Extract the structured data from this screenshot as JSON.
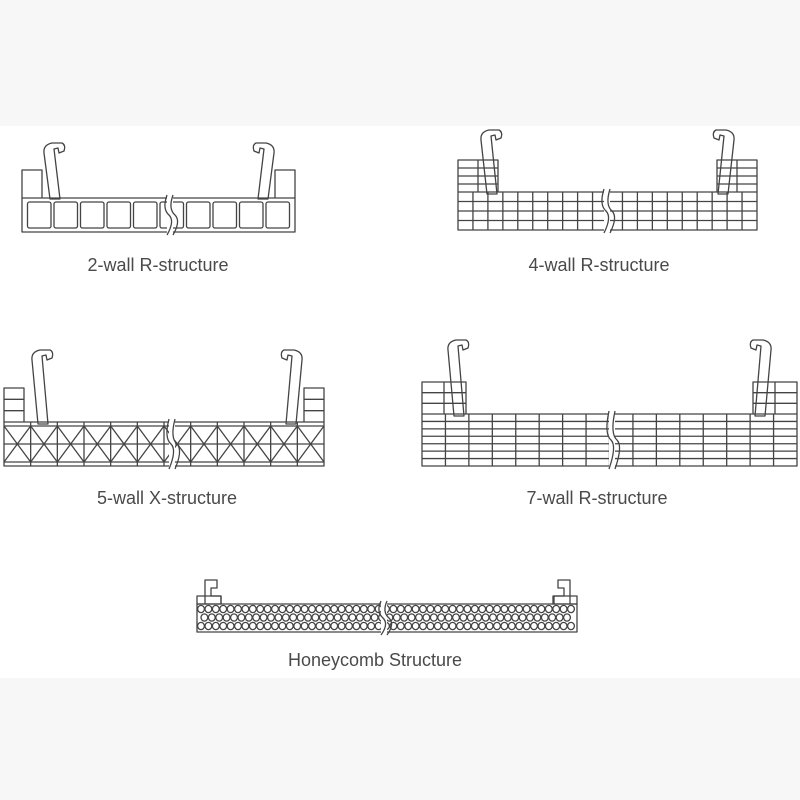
{
  "colors": {
    "line": "#444444",
    "label": "#4a4a4a",
    "panel_background": "#ffffff",
    "page_background": "#f7f7f7"
  },
  "diagrams": [
    {
      "id": "two-wall",
      "label": "2-wall R-structure",
      "pattern": "rect-cells",
      "walls": 2
    },
    {
      "id": "four-wall",
      "label": "4-wall R-structure",
      "pattern": "rect-grid",
      "walls": 4
    },
    {
      "id": "five-wall",
      "label": "5-wall X-structure",
      "pattern": "x-cells",
      "walls": 5
    },
    {
      "id": "seven-wall",
      "label": "7-wall R-structure",
      "pattern": "rect-grid",
      "walls": 7
    },
    {
      "id": "honeycomb",
      "label": "Honeycomb Structure",
      "pattern": "honeycomb",
      "walls": 0
    }
  ]
}
